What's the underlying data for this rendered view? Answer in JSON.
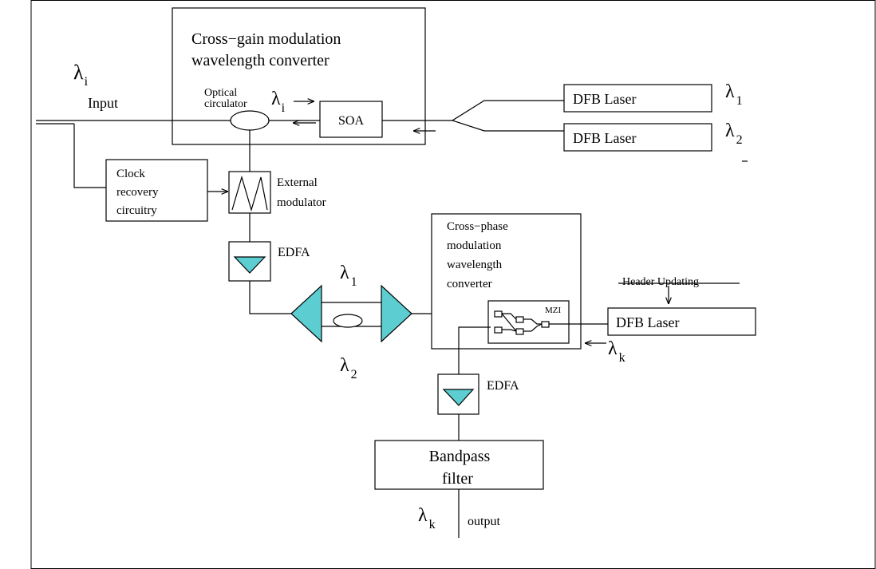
{
  "cross_gain_converter": {
    "line1": "Cross−gain modulation",
    "line2": "wavelength converter"
  },
  "input": {
    "lambda": "λ",
    "subscript": "i",
    "label": "Input"
  },
  "optical_circulator": {
    "line1": "Optical",
    "line2": "circulator"
  },
  "soa_lambda": {
    "lambda": "λ",
    "subscript": "i"
  },
  "soa": {
    "label": "SOA"
  },
  "dfb_laser_1": {
    "label": "DFB Laser",
    "lambda": "λ",
    "subscript": "1"
  },
  "dfb_laser_2": {
    "label": "DFB Laser",
    "lambda": "λ",
    "subscript": "2"
  },
  "clock_recovery": {
    "line1": "Clock",
    "line2": "recovery",
    "line3": "circuitry"
  },
  "external_modulator": {
    "line1": "External",
    "line2": "modulator"
  },
  "edfa_1": {
    "label": "EDFA"
  },
  "demux_lambda_1": {
    "lambda": "λ",
    "subscript": "1"
  },
  "demux_lambda_2": {
    "lambda": "λ",
    "subscript": "2"
  },
  "cross_phase_converter": {
    "line1": "Cross−phase",
    "line2": "modulation",
    "line3": "wavelength",
    "line4": "converter"
  },
  "mzi": {
    "label": "MZI"
  },
  "header_updating": {
    "label": "Header Updating"
  },
  "dfb_laser_k": {
    "label": "DFB Laser",
    "lambda": "λ",
    "subscript": "k"
  },
  "edfa_2": {
    "label": "EDFA"
  },
  "bandpass_filter": {
    "line1": "Bandpass",
    "line2": "filter"
  },
  "output": {
    "lambda": "λ",
    "subscript": "k",
    "label": "output"
  }
}
